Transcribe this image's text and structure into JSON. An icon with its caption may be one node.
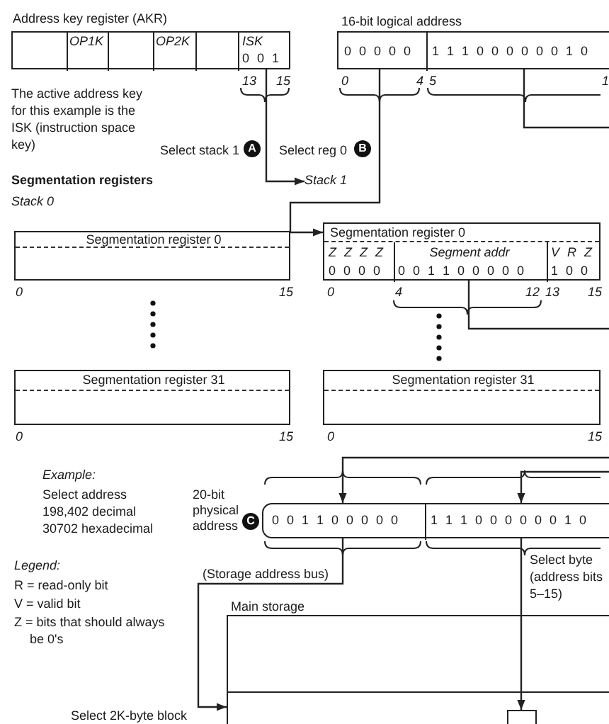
{
  "diagram": {
    "nodes": [
      {
        "text": [
          "Address key register (AKR)",
          "OP1K",
          "OP2K",
          "ISK",
          "0 0 1"
        ],
        "beside": [
          "13",
          "15"
        ]
      },
      {
        "text": [
          "16-bit logical address",
          "0 0 0 0 0",
          "1 1 1 0 0 0 0 0 0 1 0"
        ],
        "beside": [
          "0",
          "4",
          "5",
          "1"
        ]
      },
      {
        "text": [
          "Stack 1"
        ]
      },
      {
        "text": [
          "Segmentation register 0"
        ],
        "beside": [
          "0",
          "15"
        ]
      },
      {
        "text": [
          "Segmentation register 31"
        ],
        "beside": [
          "0",
          "15"
        ]
      },
      {
        "text": [
          "Segmentation register 0",
          "Z Z Z Z",
          "Segment addr",
          "V R Z",
          "0 0 0 0",
          "0 0 1 1 0 0 0 0 0",
          "1 0 0"
        ],
        "beside": [
          "0",
          "4",
          "12",
          "13",
          "15"
        ]
      },
      {
        "text": [
          "Segmentation register 31"
        ],
        "beside": [
          "0",
          "15"
        ]
      },
      {
        "text": [
          "20-bit physical address",
          "0 0 1 1 0 0 0 0 0",
          "1 1 1 0 0 0 0 0 0 1 0"
        ]
      },
      {
        "text": [
          "Main storage"
        ]
      },
      {
        "text": [],
        "shape": "box",
        "in": 8
      }
    ],
    "edges": [
      {
        "from": 0,
        "to": 2,
        "arrow": "to"
      },
      {
        "from": 1,
        "to": 5,
        "arrow": "to"
      },
      {
        "from": 1,
        "to": null,
        "arrow": "none"
      },
      {
        "from": 5,
        "to": null,
        "arrow": "none"
      },
      {
        "from": null,
        "to": 7,
        "arrow": "to"
      },
      {
        "from": null,
        "to": 7,
        "arrow": "to"
      },
      {
        "from": 7,
        "to": 8,
        "arrow": "to",
        "label": "(Storage address bus)"
      },
      {
        "from": 7,
        "to": 9,
        "arrow": "to",
        "label": "Select byte (address bits 5–15)"
      }
    ],
    "labels": [
      "The active address key for this example is the ISK (instruction space key)",
      "Select stack 1",
      "A",
      "Select reg 0",
      "B",
      "Segmentation registers",
      "Stack 0",
      "Example:",
      "Select address",
      "198,402 decimal",
      "30702 hexadecimal",
      "C",
      "Legend:",
      "R = read-only bit",
      "V = valid bit",
      "Z = bits that should always be 0's",
      "Select 2K-byte block"
    ]
  }
}
